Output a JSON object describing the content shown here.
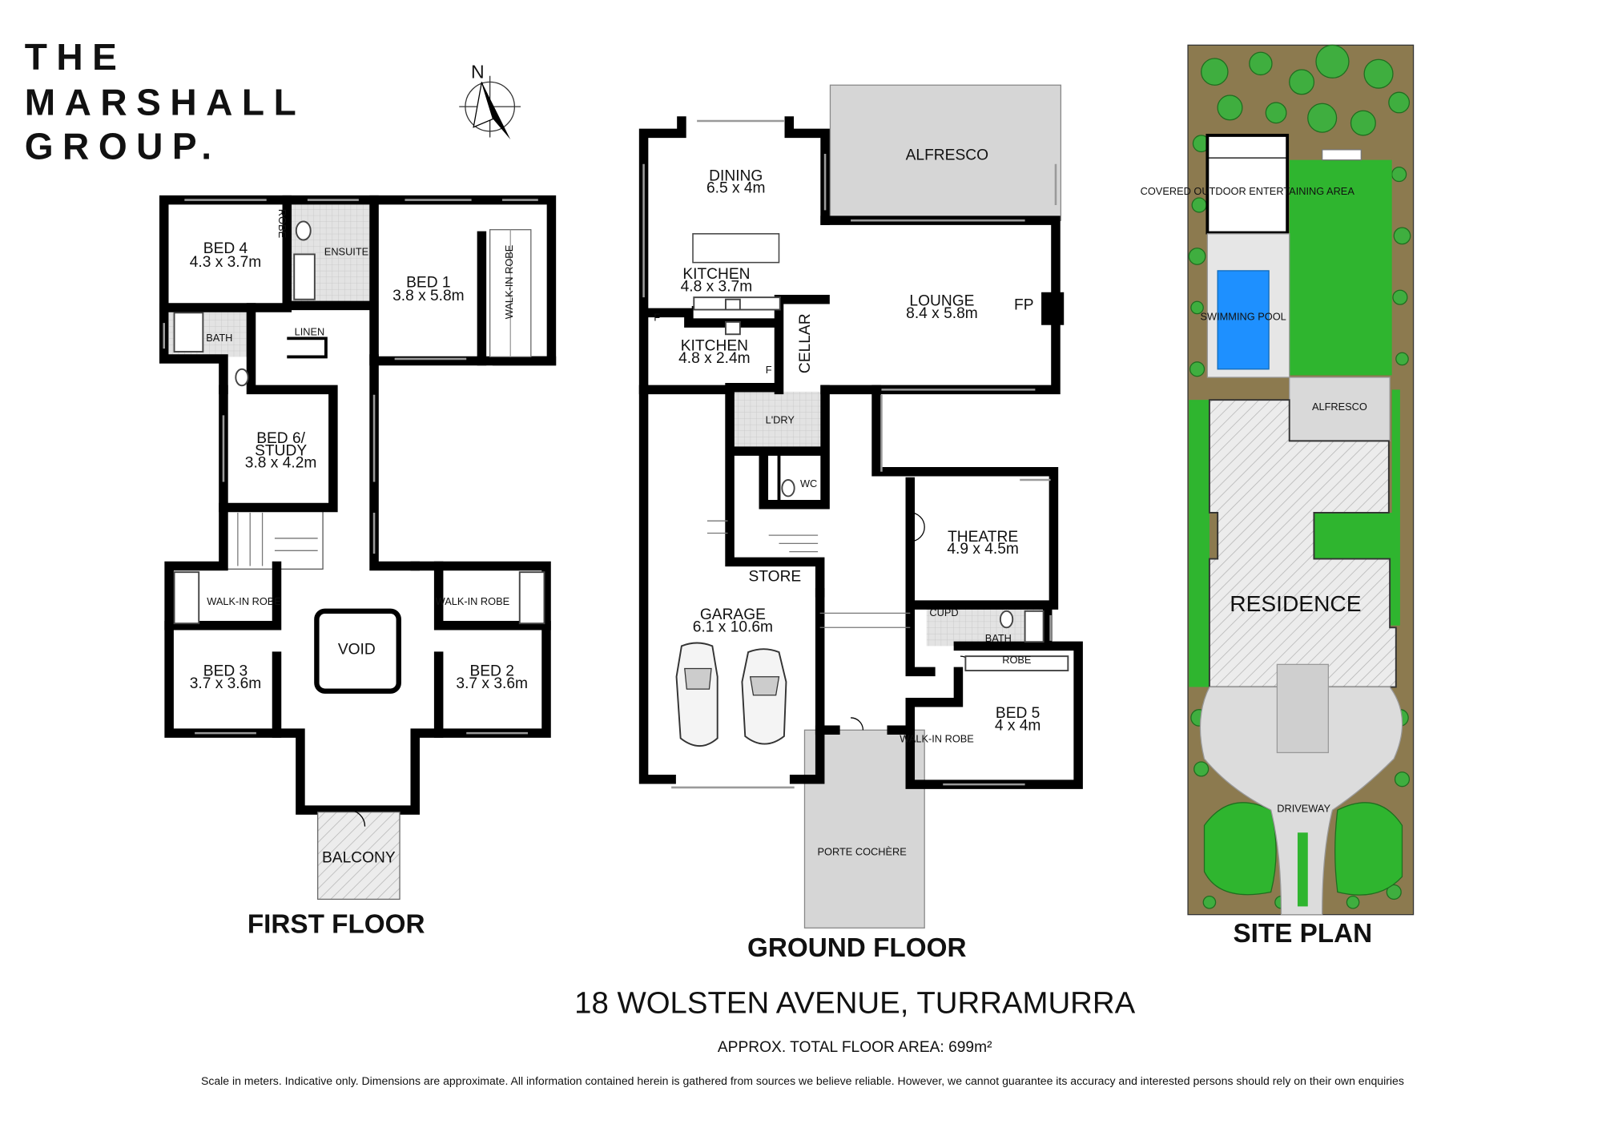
{
  "brand": {
    "line1": "THE",
    "line2": "MARSHALL",
    "line3": "GROUP."
  },
  "colors": {
    "brand_blue": "#72c3e3",
    "brand_pink": "#e98a96",
    "hatched": "#e6e6e6",
    "lawn": "#2fb52f",
    "garden": "#8c7a4f",
    "pool": "#1e90ff"
  },
  "compass": {
    "north": "N"
  },
  "first_floor": {
    "title": "FIRST FLOOR",
    "rooms": {
      "bed4": {
        "name": "BED 4",
        "dims": "4.3 x 3.7m"
      },
      "robe": "ROBE",
      "ensuite": "ENSUITE",
      "bed1": {
        "name": "BED 1",
        "dims": "3.8 x 5.8m"
      },
      "walkin": "WALK-IN ROBE",
      "bath": "BATH",
      "linen": "LINEN",
      "bed6": {
        "line1": "BED 6/",
        "line2": "STUDY",
        "dims": "3.8 x 4.2m"
      },
      "bed3_walkin": "WALK-IN ROBE",
      "bed2_walkin": "WALK-IN ROBE",
      "void": "VOID",
      "bed3": {
        "name": "BED 3",
        "dims": "3.7 x 3.6m"
      },
      "bed2": {
        "name": "BED 2",
        "dims": "3.7 x 3.6m"
      },
      "balcony": "BALCONY"
    }
  },
  "ground_floor": {
    "title": "GROUND FLOOR",
    "rooms": {
      "alfresco": "ALFRESCO",
      "dining": {
        "name": "DINING",
        "dims": "6.5 x 4m"
      },
      "kitchen1": {
        "name": "KITCHEN",
        "dims": "4.8 x 3.7m"
      },
      "kitchen2": {
        "name": "KITCHEN",
        "dims": "4.8 x 2.4m"
      },
      "cellar": "CELLAR",
      "lounge": {
        "name": "LOUNGE",
        "dims": "8.4 x 5.8m"
      },
      "fp": "FP",
      "fridge": "F",
      "ldry": "L'DRY",
      "wc": "WC",
      "store": "STORE",
      "garage": {
        "name": "GARAGE",
        "dims": "6.1 x 10.6m"
      },
      "theatre": {
        "name": "THEATRE",
        "dims": "4.9 x 4.5m"
      },
      "cupd": "CUPD",
      "bath": "BATH",
      "robe": "ROBE",
      "bed5": {
        "name": "BED 5",
        "dims": "4 x 4m"
      },
      "walkin": "WALK-IN ROBE",
      "porte": "PORTE COCHÈRE"
    }
  },
  "site_plan": {
    "title": "SITE PLAN",
    "labels": {
      "outdoor": "COVERED OUTDOOR ENTERTAINING AREA",
      "pool": "SWIMMING POOL",
      "alfresco": "ALFRESCO",
      "residence": "RESIDENCE",
      "driveway": "DRIVEWAY"
    }
  },
  "address": "18 WOLSTEN AVENUE, TURRAMURRA",
  "floor_area": "APPROX. TOTAL FLOOR AREA: 699m²",
  "disclaimer": "Scale in meters. Indicative only. Dimensions are approximate. All information contained herein is gathered from sources we believe reliable. However, we cannot guarantee its accuracy and interested persons should rely on their own enquiries"
}
